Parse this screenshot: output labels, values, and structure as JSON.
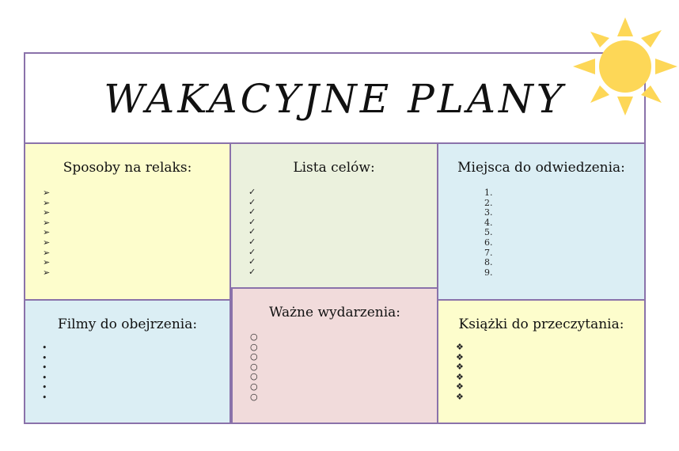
{
  "title": "WAKACYJNE PLANY",
  "colors": {
    "border": "#8a72aa",
    "yellow": "#fdfdcc",
    "green": "#ebf1dd",
    "blue": "#dbeef4",
    "pink": "#f1dbdb",
    "sun": "#fdd757"
  },
  "panels": {
    "relax": {
      "heading": "Sposoby na relaks:",
      "bullet": "➢",
      "count": 9
    },
    "goals": {
      "heading": "Lista celów:",
      "bullet": "✓",
      "count": 9
    },
    "places": {
      "heading": "Miejsca do odwiedzenia:",
      "items": [
        "1.",
        "2.",
        "3.",
        "4.",
        "5.",
        "6.",
        "7.",
        "8.",
        "9."
      ]
    },
    "movies": {
      "heading": "Filmy do obejrzenia:",
      "bullet": "•",
      "count": 6
    },
    "events": {
      "heading": "Ważne wydarzenia:",
      "bullet": "○",
      "count": 7
    },
    "books": {
      "heading": "Książki do przeczytania:",
      "bullet": "❖",
      "count": 6
    }
  }
}
